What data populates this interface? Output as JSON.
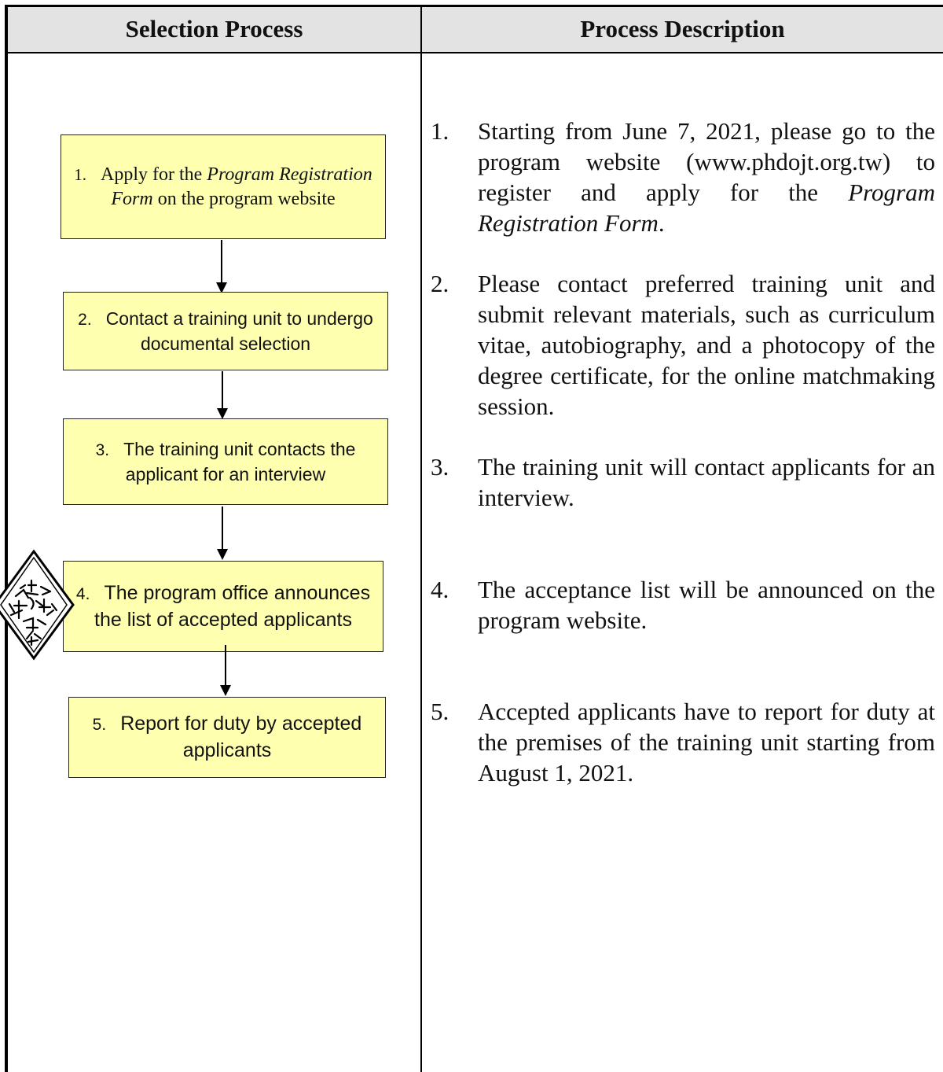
{
  "header": {
    "left": "Selection Process",
    "right": "Process Description"
  },
  "flow": [
    {
      "number": "1.",
      "text_pre": "Apply for the ",
      "text_italic": "Program Registration Form",
      "text_post": " on the program website"
    },
    {
      "number": "2.",
      "text": "Contact a training unit to undergo documental selection"
    },
    {
      "number": "3.",
      "text": "The training unit contacts the applicant for an interview"
    },
    {
      "number": "4.",
      "text": "The program office announces the list of accepted applicants"
    },
    {
      "number": "5.",
      "text": "Report for duty by accepted applicants"
    }
  ],
  "descriptions": [
    {
      "number": "1.",
      "text_pre": "Starting from June 7, 2021, please go to the program website (www.phdojt.org.tw) to register and apply for the ",
      "text_italic": "Program Registration Form",
      "text_post": "."
    },
    {
      "number": "2.",
      "text": "Please contact preferred training unit and submit relevant materials, such as curriculum vitae, autobiography, and a photocopy of the degree certificate, for the online matchmaking session."
    },
    {
      "number": "3.",
      "text": "The training unit will contact applicants for an interview."
    },
    {
      "number": "4.",
      "text": "The acceptance list will be announced on the program website."
    },
    {
      "number": "5.",
      "text": "Accepted applicants have to report for duty at the premises of the training unit starting from August 1, 2021."
    }
  ],
  "colors": {
    "box_fill": "#ffffb0",
    "header_fill": "#e3e3e3"
  },
  "seal": {
    "icon": "official-seal-stamp"
  }
}
